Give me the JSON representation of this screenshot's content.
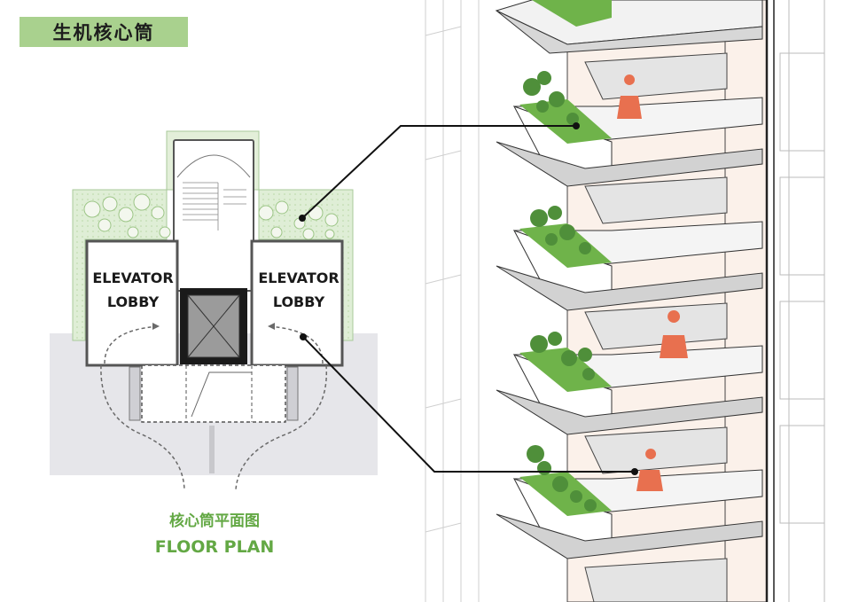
{
  "header": {
    "title": "生机核心筒"
  },
  "plan": {
    "lobby_left": {
      "line1": "ELEVATOR",
      "line2": "LOBBY"
    },
    "lobby_right": {
      "line1": "ELEVATOR",
      "line2": "LOBBY"
    },
    "caption_cn": "核心筒平面图",
    "caption_en": "FLOOR PLAN"
  },
  "colors": {
    "title_badge": "#a9d18e",
    "caption_green": "#63a844",
    "plant_green": "#6fb34a",
    "person": "#e8704f",
    "facade_cream": "#fbf1ea"
  }
}
